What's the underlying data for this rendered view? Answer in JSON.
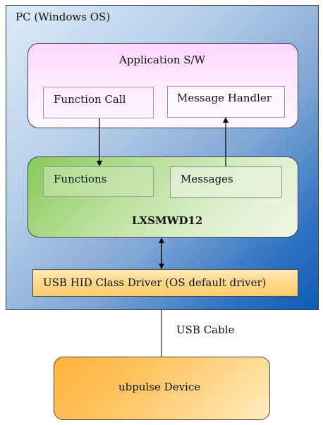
{
  "pc": {
    "title": "PC (Windows OS)"
  },
  "application": {
    "title": "Application S/W",
    "function_call": "Function Call",
    "message_handler": "Message Handler"
  },
  "library": {
    "title": "LXSMWD12",
    "functions": "Functions",
    "messages": "Messages"
  },
  "usb_driver": {
    "label": "USB HID Class Driver (OS default driver)"
  },
  "cable": {
    "label": "USB Cable"
  },
  "device": {
    "label": "ubpulse Device"
  },
  "colors": {
    "pc_gradient_start": "#dcecf8",
    "pc_gradient_end": "#0e5bb5",
    "application_fill": "#ffd6ff",
    "library_fill": "#86c95a",
    "usb_driver_fill": "#ffd98c",
    "device_fill": "#ffb23a"
  }
}
